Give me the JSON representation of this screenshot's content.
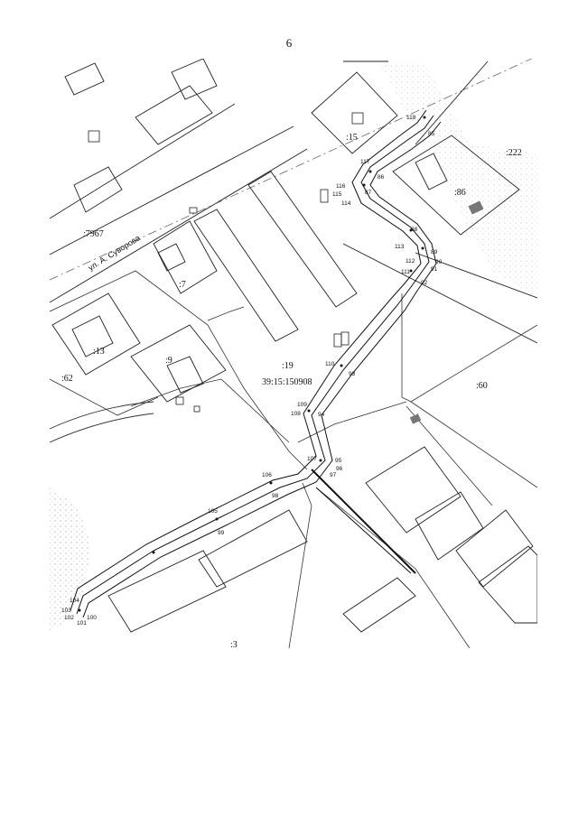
{
  "page_number": "6",
  "street_label": "ул. А. Суворова",
  "parcels": [
    ":7967",
    ":15",
    ":222",
    ":86",
    ":7",
    ":13",
    ":62",
    ":9",
    ":19",
    "39:15:150908",
    ":60",
    ":3"
  ],
  "points": [
    "118",
    "85",
    "117",
    "86",
    "116",
    "115",
    "114",
    "87",
    "88",
    "113",
    "89",
    "112",
    "90",
    "91",
    "111",
    "92",
    "110",
    "93",
    "109",
    "108",
    "94",
    "107",
    "95",
    "96",
    "97",
    "106",
    "98",
    "105",
    "99",
    "104",
    "103",
    "102",
    "101",
    "100"
  ]
}
